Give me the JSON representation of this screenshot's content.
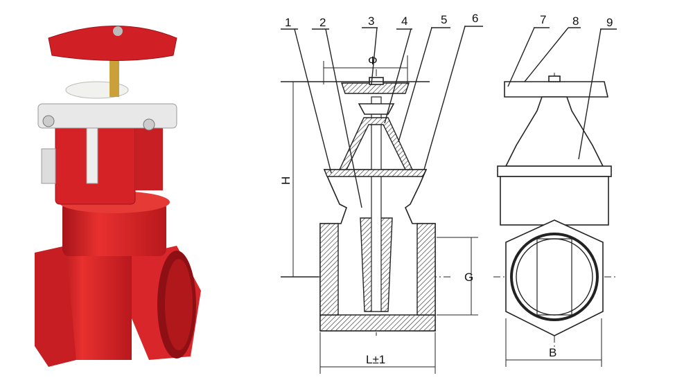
{
  "photo": {
    "subject": "red-gate-valve",
    "color": "#d8232a"
  },
  "callouts": [
    "1",
    "2",
    "3",
    "4",
    "5",
    "6",
    "7",
    "8",
    "9"
  ],
  "dimensions": {
    "phi": "Φ",
    "height": "H",
    "thread": "G",
    "length": "L±1",
    "width": "B"
  }
}
